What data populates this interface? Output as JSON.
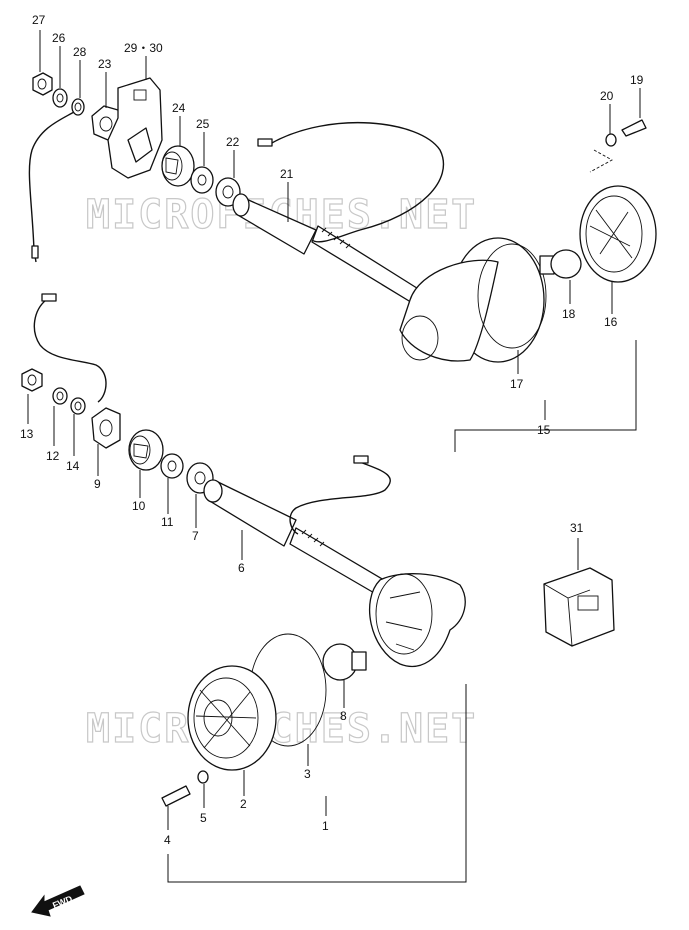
{
  "watermark": "MICROFICHES.NET",
  "fwd_label": "FWD",
  "labels": {
    "p1": "1",
    "p2": "2",
    "p3": "3",
    "p4": "4",
    "p5": "5",
    "p6": "6",
    "p7": "7",
    "p8": "8",
    "p9": "9",
    "p10": "10",
    "p11": "11",
    "p12": "12",
    "p13": "13",
    "p14": "14",
    "p15": "15",
    "p16": "16",
    "p17": "17",
    "p18": "18",
    "p19": "19",
    "p20": "20",
    "p21": "21",
    "p22": "22",
    "p23": "23",
    "p24": "24",
    "p25": "25",
    "p26": "26",
    "p27": "27",
    "p28": "28",
    "p29_30": "29・30",
    "p31": "31"
  }
}
